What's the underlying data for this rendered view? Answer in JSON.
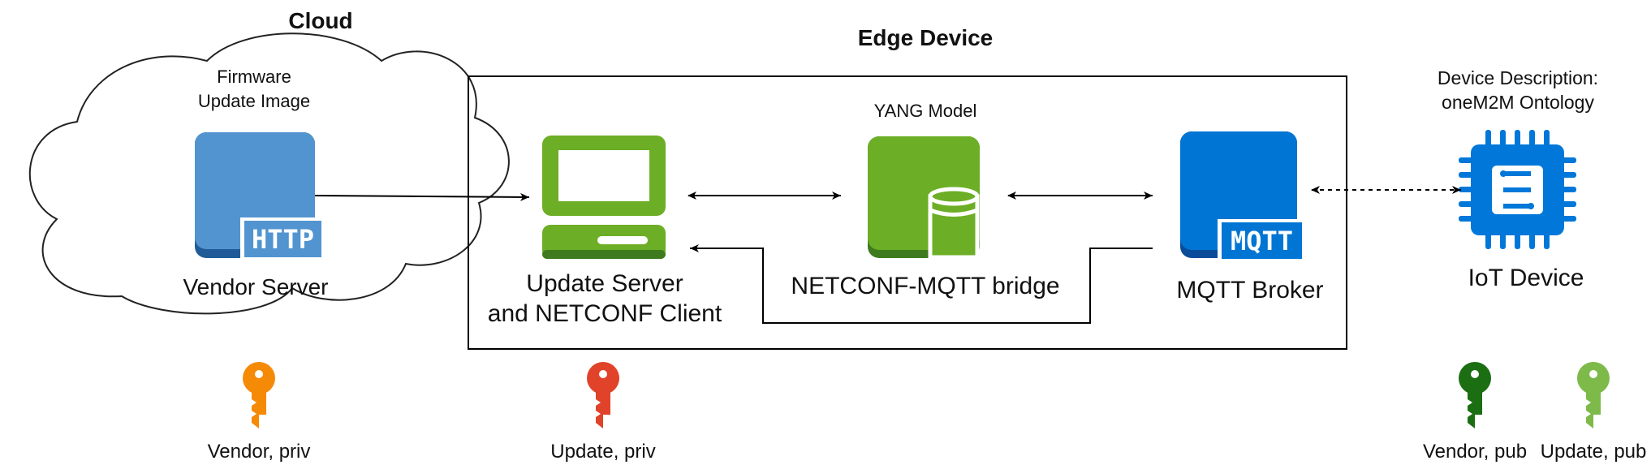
{
  "cloud": {
    "title": "Cloud",
    "firmware_label_line1": "Firmware",
    "firmware_label_line2": "Update Image",
    "vendor_server_label": "Vendor Server",
    "http_badge": "HTTP",
    "http_icon": "http-server-icon"
  },
  "edge": {
    "title": "Edge Device",
    "yang_label": "YANG Model",
    "update_server_label_line1": "Update Server",
    "update_server_label_line2": "and NETCONF Client",
    "update_server_icon": "desktop-computer-icon",
    "bridge_label": "NETCONF-MQTT bridge",
    "bridge_icon": "database-icon",
    "broker_label": "MQTT Broker",
    "broker_badge": "MQTT",
    "broker_icon": "mqtt-broker-icon"
  },
  "iot": {
    "description_line1": "Device Description:",
    "description_line2": "oneM2M Ontology",
    "label": "IoT Device",
    "icon": "chip-icon"
  },
  "keys": [
    {
      "label": "Vendor, priv",
      "color": "#F58A07",
      "icon": "key-icon"
    },
    {
      "label": "Update, priv",
      "color": "#E0432A",
      "icon": "key-icon"
    },
    {
      "label": "Vendor, pub",
      "color": "#1B6E12",
      "icon": "key-icon"
    },
    {
      "label": "Update, pub",
      "color": "#7DBA4A",
      "icon": "key-icon"
    }
  ],
  "colors": {
    "aws_blue_light": "#5294CF",
    "aws_blue_dark": "#205B98",
    "mqtt_blue": "#0075D4",
    "mqtt_blue_dark": "#0A4C9A",
    "green": "#6CAE25",
    "green_dark": "#3D7B1E",
    "chip_blue": "#0077D9"
  }
}
